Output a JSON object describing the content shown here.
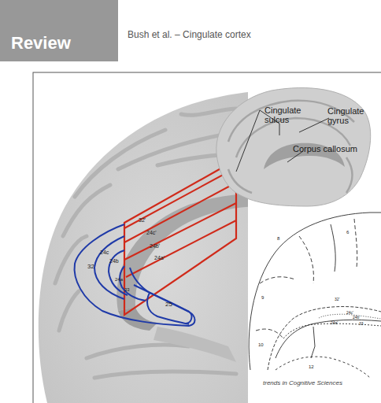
{
  "diagram": {
    "nodes": [
      {
        "text": [
          "Review"
        ]
      }
    ],
    "labels": [
      "Bush et al. – Cingulate cortex",
      "Cingulate sulcus",
      "Cingulate gyrus",
      "Corpus callosum",
      "32'",
      "24c'",
      "24b'",
      "24a'",
      "32",
      "24c",
      "24b",
      "24a",
      "33",
      "25",
      "trends in Cognitive Sciences",
      "8",
      "6",
      "9",
      "10",
      "32'",
      "24c'",
      "24b'",
      "24a'",
      "33",
      "12"
    ]
  }
}
